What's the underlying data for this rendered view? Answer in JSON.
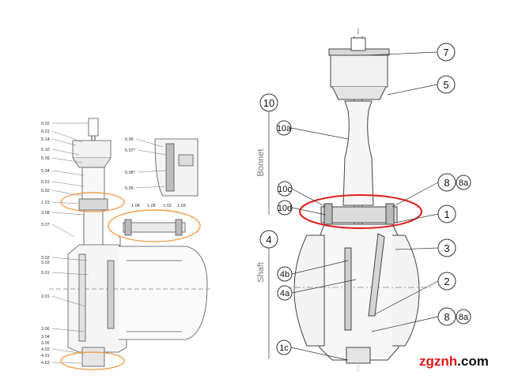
{
  "left_diagram": {
    "labels_column": [
      "6.02",
      "6.01",
      "5.14",
      "5.10",
      "5.09",
      "5.04",
      "5.01",
      "5.02",
      "1.01",
      "3.08",
      "3.07",
      "3.02",
      "3.03",
      "3.01",
      "2.01",
      "3.06",
      "3.04",
      "3.05",
      "4.02",
      "4.01",
      "4.63"
    ],
    "inset_labels": [
      "5.06",
      "5.07*",
      "5.08*",
      "5.05"
    ],
    "flange_labels": [
      "1.04",
      "1.05",
      "1.02",
      "1.03"
    ]
  },
  "right_diagram": {
    "section_labels": {
      "bonnet": "Bonnet",
      "shaft": "Shaft"
    },
    "callouts": {
      "c10": "10",
      "c10a": "10a",
      "c10c": "10c",
      "c10d": "10d",
      "c4": "4",
      "c4b": "4b",
      "c4a": "4a",
      "c1c": "1c",
      "c7": "7",
      "c5": "5",
      "c8": "8",
      "c8a": "8a",
      "c1": "1",
      "c3": "3",
      "c2": "2",
      "c8b": "8",
      "c8ab": "8a"
    }
  },
  "watermark": {
    "brand": "zgznh",
    "suffix": ".com",
    "brand_color": "#e01818",
    "suffix_color": "#111111"
  },
  "highlight_colors": {
    "left": "#f0a050",
    "right": "#e02020"
  }
}
